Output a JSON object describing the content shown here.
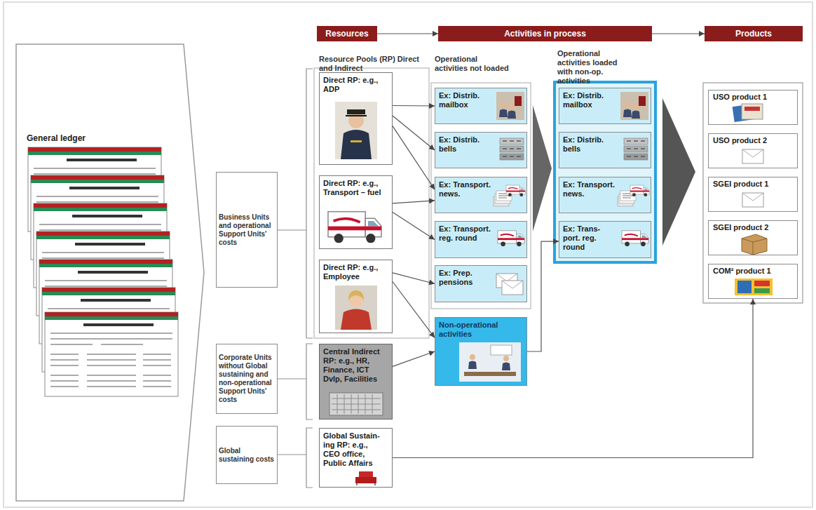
{
  "diagram": {
    "nodes": [
      {
        "text": [
          "General ledger"
        ]
      },
      {
        "text": [
          "Resources"
        ]
      },
      {
        "text": [
          "Activities in process"
        ]
      },
      {
        "text": [
          "Products"
        ]
      },
      {
        "text": [
          "Business Units and operational Support Units' costs"
        ]
      },
      {
        "text": [
          "Corporate Units without Global sustaining and non-operational Support Units' costs"
        ]
      },
      {
        "text": [
          "Global sustaining costs"
        ]
      },
      {
        "text": [
          "Direct RP: e.g., ADP"
        ]
      },
      {
        "text": [
          "Direct RP: e.g., Transport – fuel"
        ]
      },
      {
        "text": [
          "Direct RP: e.g., Employee"
        ]
      },
      {
        "text": [
          "Central Indirect RP: e.g., HR, Finance, ICT Dvlp, Facilities"
        ]
      },
      {
        "text": [
          "Global Sustain- ing RP: e.g., CEO office, Public Affairs"
        ]
      },
      {
        "text": [
          "Ex: Distrib. mailbox"
        ]
      },
      {
        "text": [
          "Ex: Distrib. bells"
        ]
      },
      {
        "text": [
          "Ex: Transport. news."
        ]
      },
      {
        "text": [
          "Ex: Transport. reg. round"
        ]
      },
      {
        "text": [
          "Ex: Prep. pensions"
        ]
      },
      {
        "text": [
          "Non-operational activities"
        ]
      },
      {
        "text": [
          "Ex: Distrib. mailbox"
        ]
      },
      {
        "text": [
          "Ex: Distrib. bells"
        ]
      },
      {
        "text": [
          "Ex: Transport. news."
        ]
      },
      {
        "text": [
          "Ex: Trans- port. reg. round"
        ]
      },
      {
        "text": [
          "USO product 1"
        ]
      },
      {
        "text": [
          "USO product 2"
        ]
      },
      {
        "text": [
          "SGEI product 1"
        ]
      },
      {
        "text": [
          "SGEI product 2"
        ]
      },
      {
        "text": [
          "COM² product 1"
        ]
      }
    ],
    "edges": [
      {
        "from": 1,
        "to": 2,
        "arrow": "to"
      },
      {
        "from": 2,
        "to": 3,
        "arrow": "to"
      },
      {
        "from": 7,
        "to": 12,
        "arrow": "to"
      },
      {
        "from": 7,
        "to": 13,
        "arrow": "to"
      },
      {
        "from": 7,
        "to": 14,
        "arrow": "to"
      },
      {
        "from": 8,
        "to": 14,
        "arrow": "to"
      },
      {
        "from": 8,
        "to": 15,
        "arrow": "to"
      },
      {
        "from": 9,
        "to": 16,
        "arrow": "to"
      },
      {
        "from": 9,
        "to": 17,
        "arrow": "to"
      },
      {
        "from": 10,
        "to": 17,
        "arrow": "to"
      },
      {
        "from": 17,
        "to": 21,
        "arrow": "to"
      },
      {
        "from": 11,
        "to": 26,
        "arrow": "to"
      }
    ],
    "labels": [
      "Resource Pools (RP) Direct and Indirect",
      "Operational activities not loaded",
      "Operational activities loaded with non-op. activities"
    ]
  }
}
